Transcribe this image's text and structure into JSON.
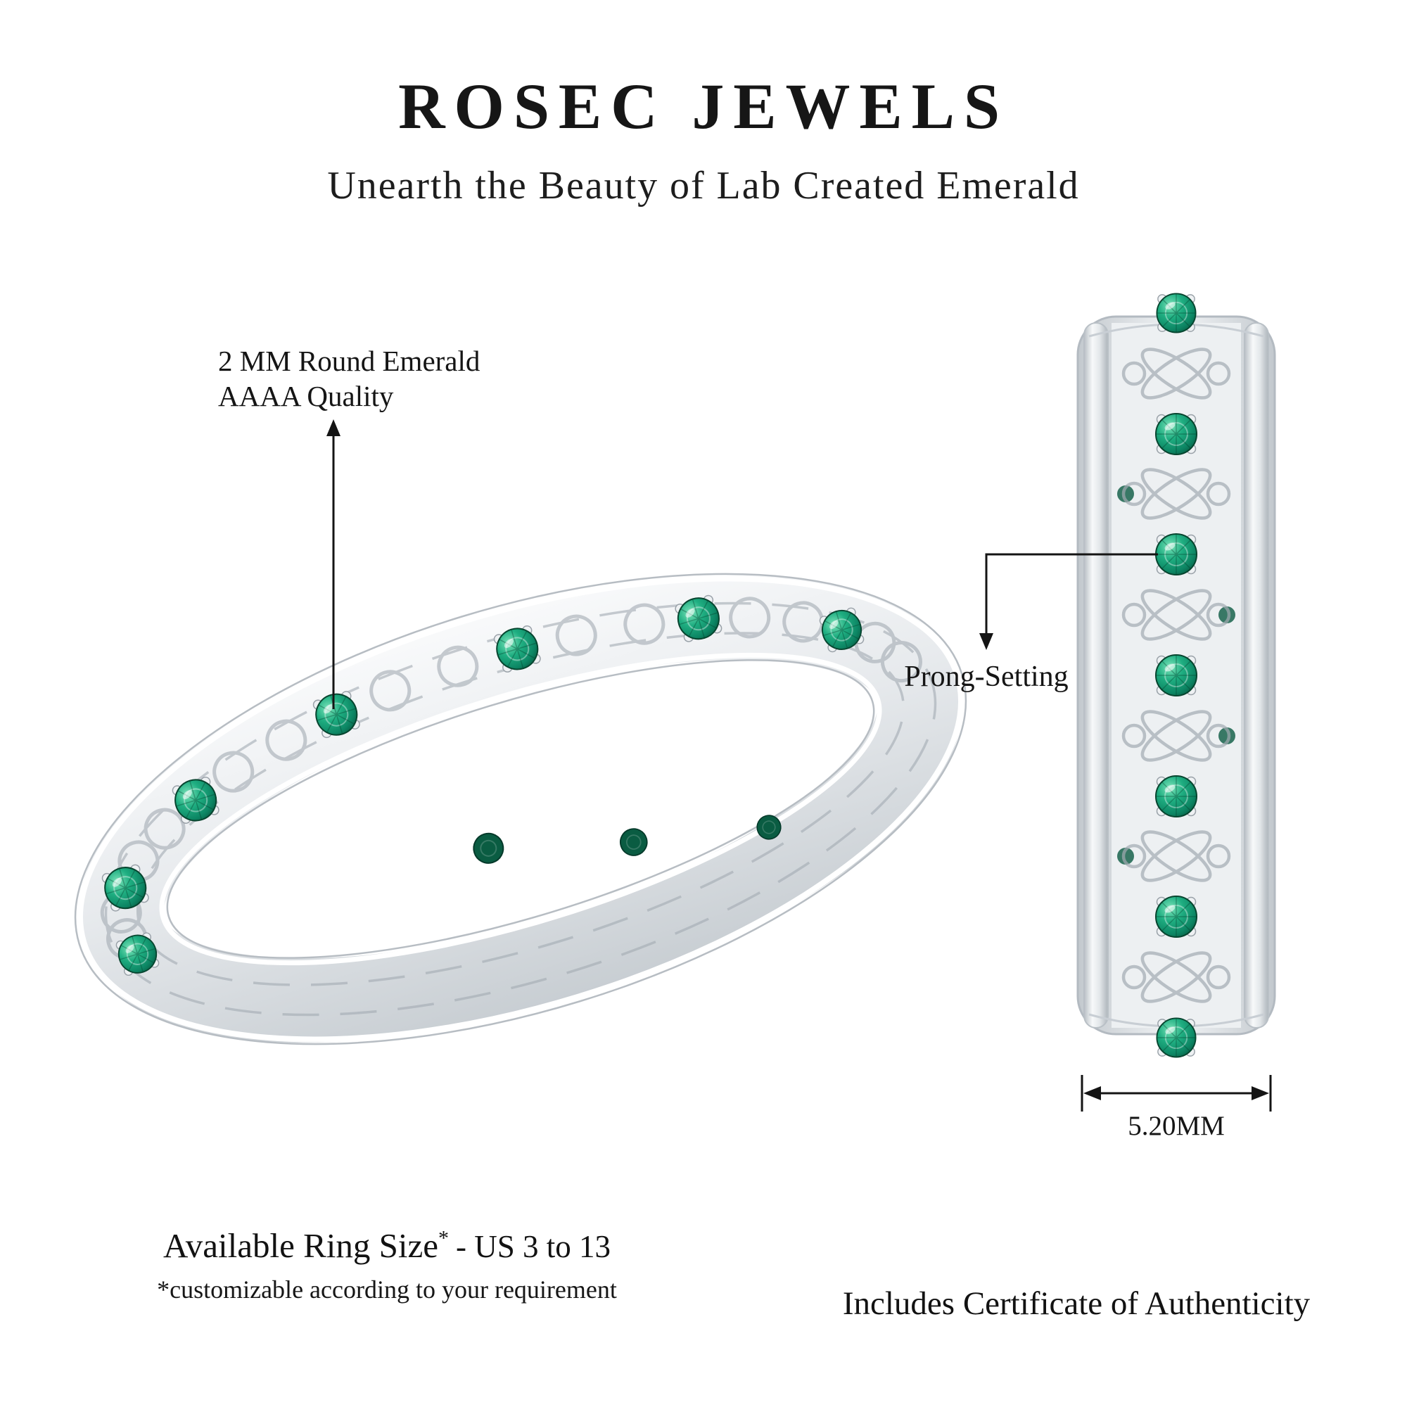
{
  "header": {
    "brand": "ROSEC JEWELS",
    "tagline": "Unearth the Beauty of Lab Created Emerald"
  },
  "callouts": {
    "stone": {
      "line1": "2 MM Round Emerald",
      "line2": "AAAA Quality"
    },
    "prong": {
      "label": "Prong-Setting"
    },
    "dimension": {
      "label": "5.20MM"
    }
  },
  "footer": {
    "ring_size_label": "Available Ring Size",
    "ring_size_asterisk": "*",
    "ring_size_value": "- US 3 to 13",
    "customization_note": "*customizable according to your requirement",
    "certificate_note": "Includes Certificate of Authenticity"
  },
  "product": {
    "views": [
      "angled-band-view",
      "side-band-view"
    ],
    "stone_color_name": "Lab Created Emerald"
  },
  "colors": {
    "emerald": "#0E8F68",
    "emerald_dark": "#06523B",
    "metal_silver": "#D8DDE1",
    "text": "#1B1B1B",
    "background": "#FFFFFF"
  }
}
